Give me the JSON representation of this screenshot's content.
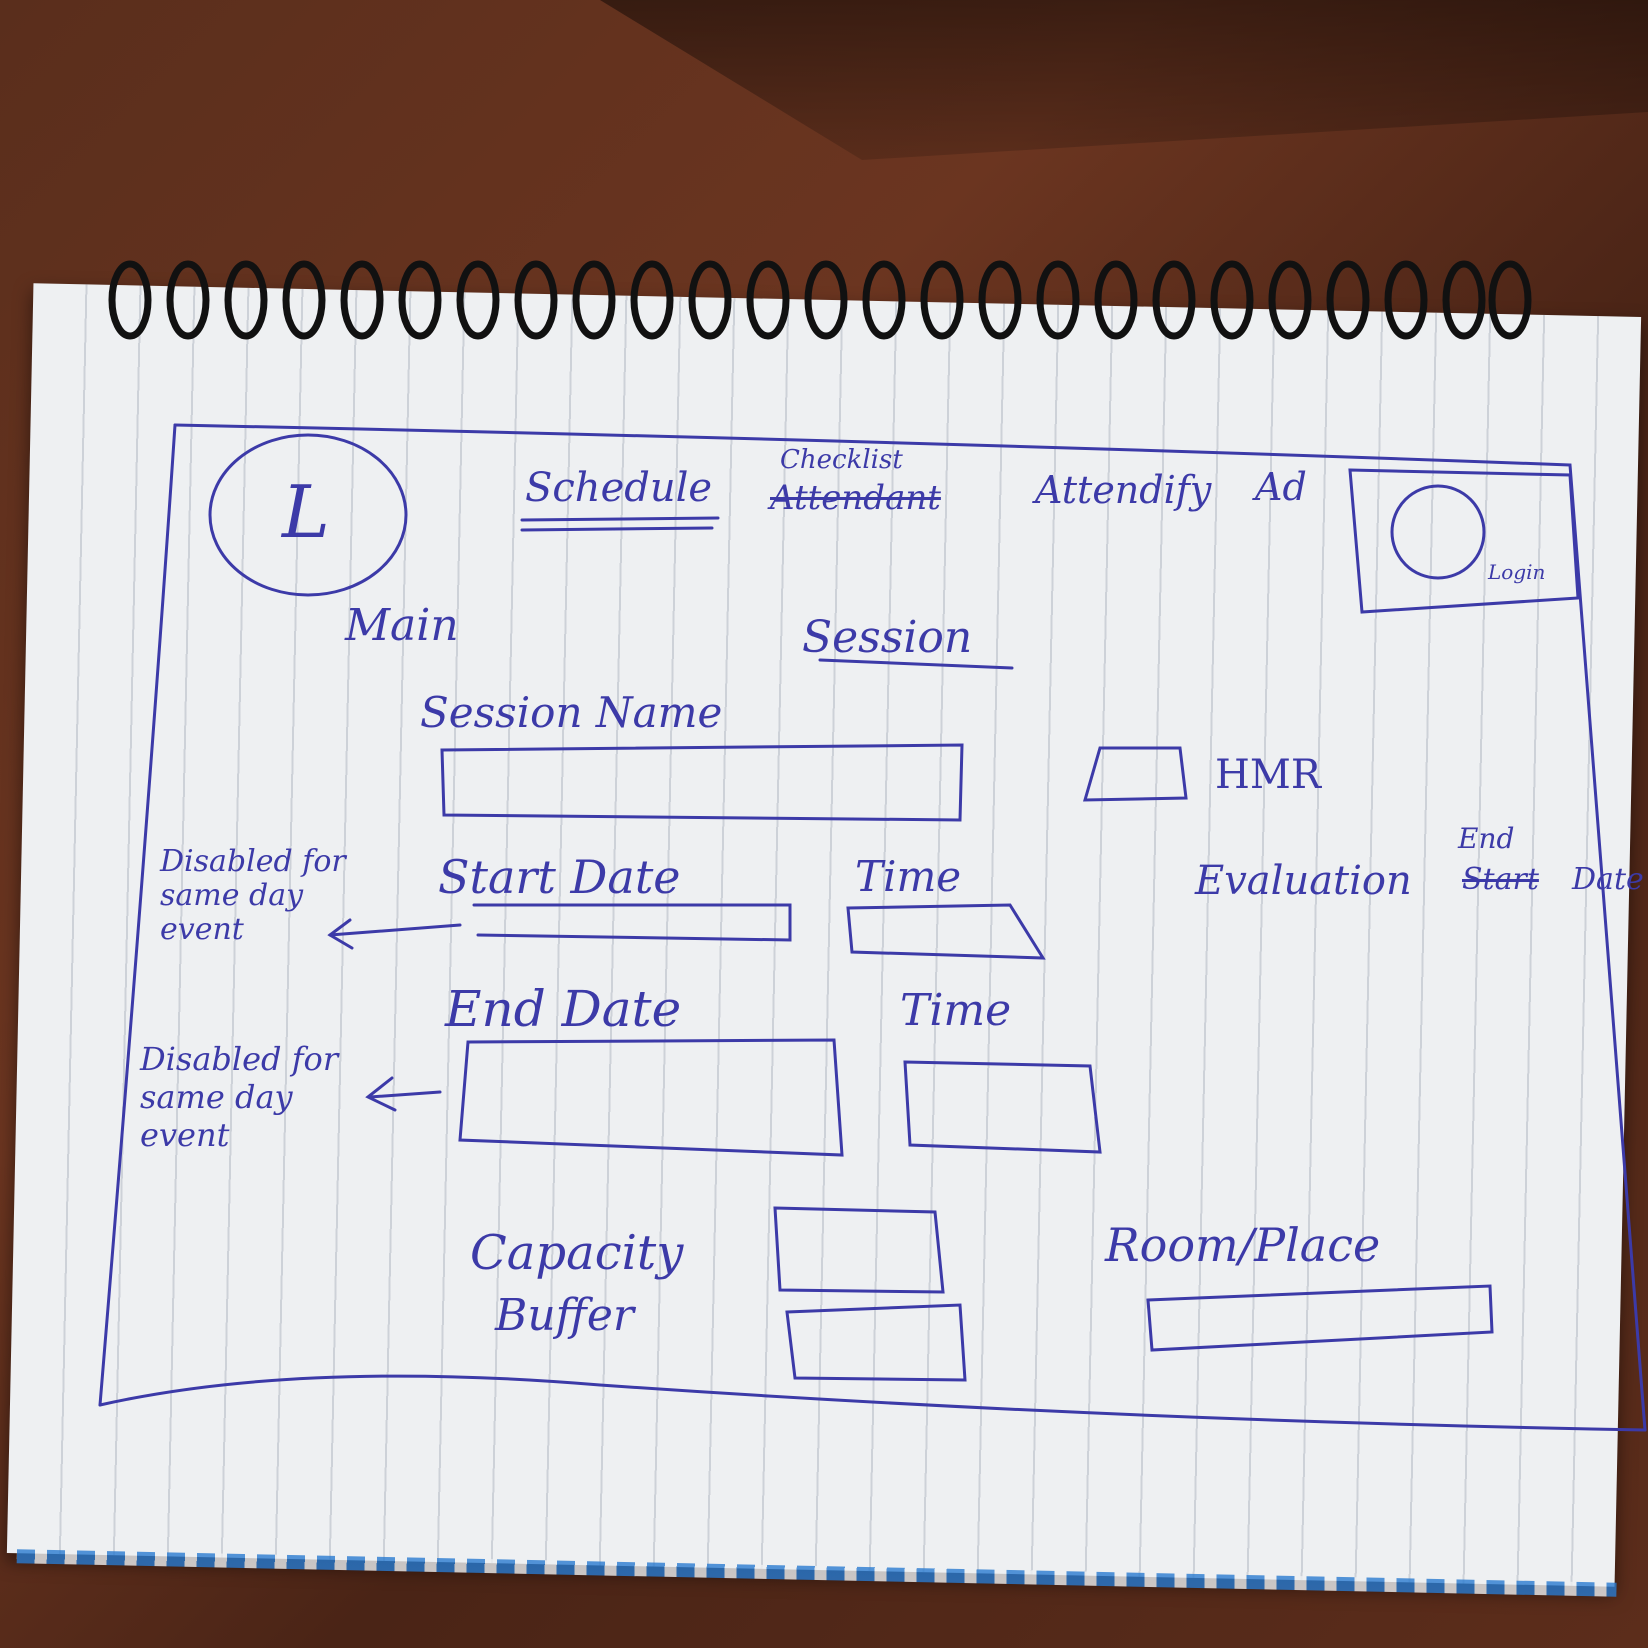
{
  "logo": {
    "letter": "L"
  },
  "nav": {
    "schedule": "Schedule",
    "attendance_struck": "Attendant",
    "attendance_inserted": "Checklist",
    "item3": "Attendify",
    "item4": "Ad",
    "login": "Login"
  },
  "sidebar": {
    "main": "Main"
  },
  "form": {
    "title": "Session",
    "session_name_label": "Session Name",
    "hmr_label": "HMR",
    "start_label": "Start Date",
    "start_time_label": "Time",
    "end_label": "End Date",
    "end_time_label": "Time",
    "evaluation_label": "Evaluation",
    "eval_struck": "Start",
    "eval_inserted": "End",
    "eval_date": "Date",
    "capacity_label": "Capacity",
    "buffer_label": "Buffer",
    "room_label": "Room/Place"
  },
  "notes": {
    "note1": "Disabled for same day event",
    "note2": "Disabled for same day event"
  },
  "colors": {
    "ink": "#3c3aa8",
    "paper": "#eef0f2",
    "desk": "#5a2e1c"
  }
}
